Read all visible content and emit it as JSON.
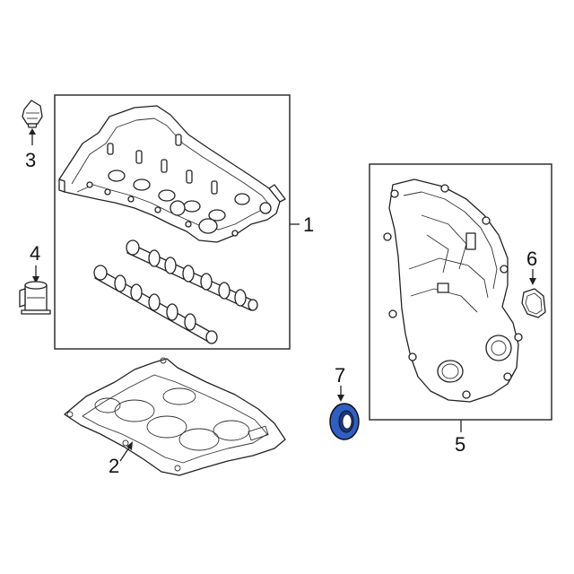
{
  "callouts": [
    {
      "id": "1",
      "label": "1",
      "part": "cylinder-head-assembly"
    },
    {
      "id": "2",
      "label": "2",
      "part": "head-gasket"
    },
    {
      "id": "3",
      "label": "3",
      "part": "plug"
    },
    {
      "id": "4",
      "label": "4",
      "part": "solenoid-valve"
    },
    {
      "id": "5",
      "label": "5",
      "part": "timing-cover"
    },
    {
      "id": "6",
      "label": "6",
      "part": "cover-seal"
    },
    {
      "id": "7",
      "label": "7",
      "part": "crankshaft-front-seal"
    }
  ],
  "colors": {
    "line": "#222222",
    "background": "#ffffff",
    "highlight_seal": "#2f5fc4",
    "highlight_seal_dark": "#173a86"
  }
}
